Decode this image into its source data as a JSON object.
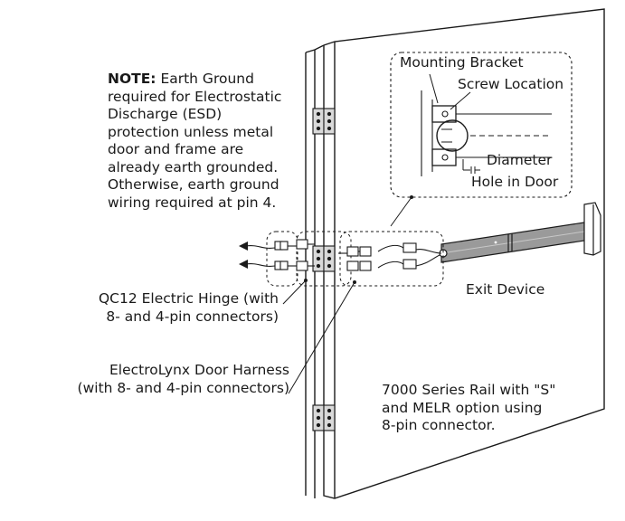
{
  "note": {
    "heading": "NOTE:",
    "lines": [
      " Earth Ground",
      "required for Electrostatic",
      "Discharge (ESD)",
      "protection unless metal",
      "door and frame are",
      "already earth grounded.",
      "Otherwise, earth ground",
      "wiring required at pin 4."
    ]
  },
  "labels": {
    "mounting_bracket": "Mounting Bracket",
    "screw_location": "Screw Location",
    "diameter_1": "Diameter",
    "diameter_2": "Hole in Door",
    "exit_device": "Exit Device",
    "hinge_1": "QC12 Electric Hinge (with",
    "hinge_2": "8- and 4-pin connectors)",
    "harness_1": "ElectroLynx Door Harness",
    "harness_2": "(with 8- and 4-pin connectors)",
    "rail_1": "7000 Series Rail with \"S\"",
    "rail_2": "and MELR option using",
    "rail_3": "8-pin connector."
  },
  "colors": {
    "line": "#1a1a1a",
    "hinge_fill": "#d9d9d9",
    "rail_fill": "#9a9a9a"
  }
}
